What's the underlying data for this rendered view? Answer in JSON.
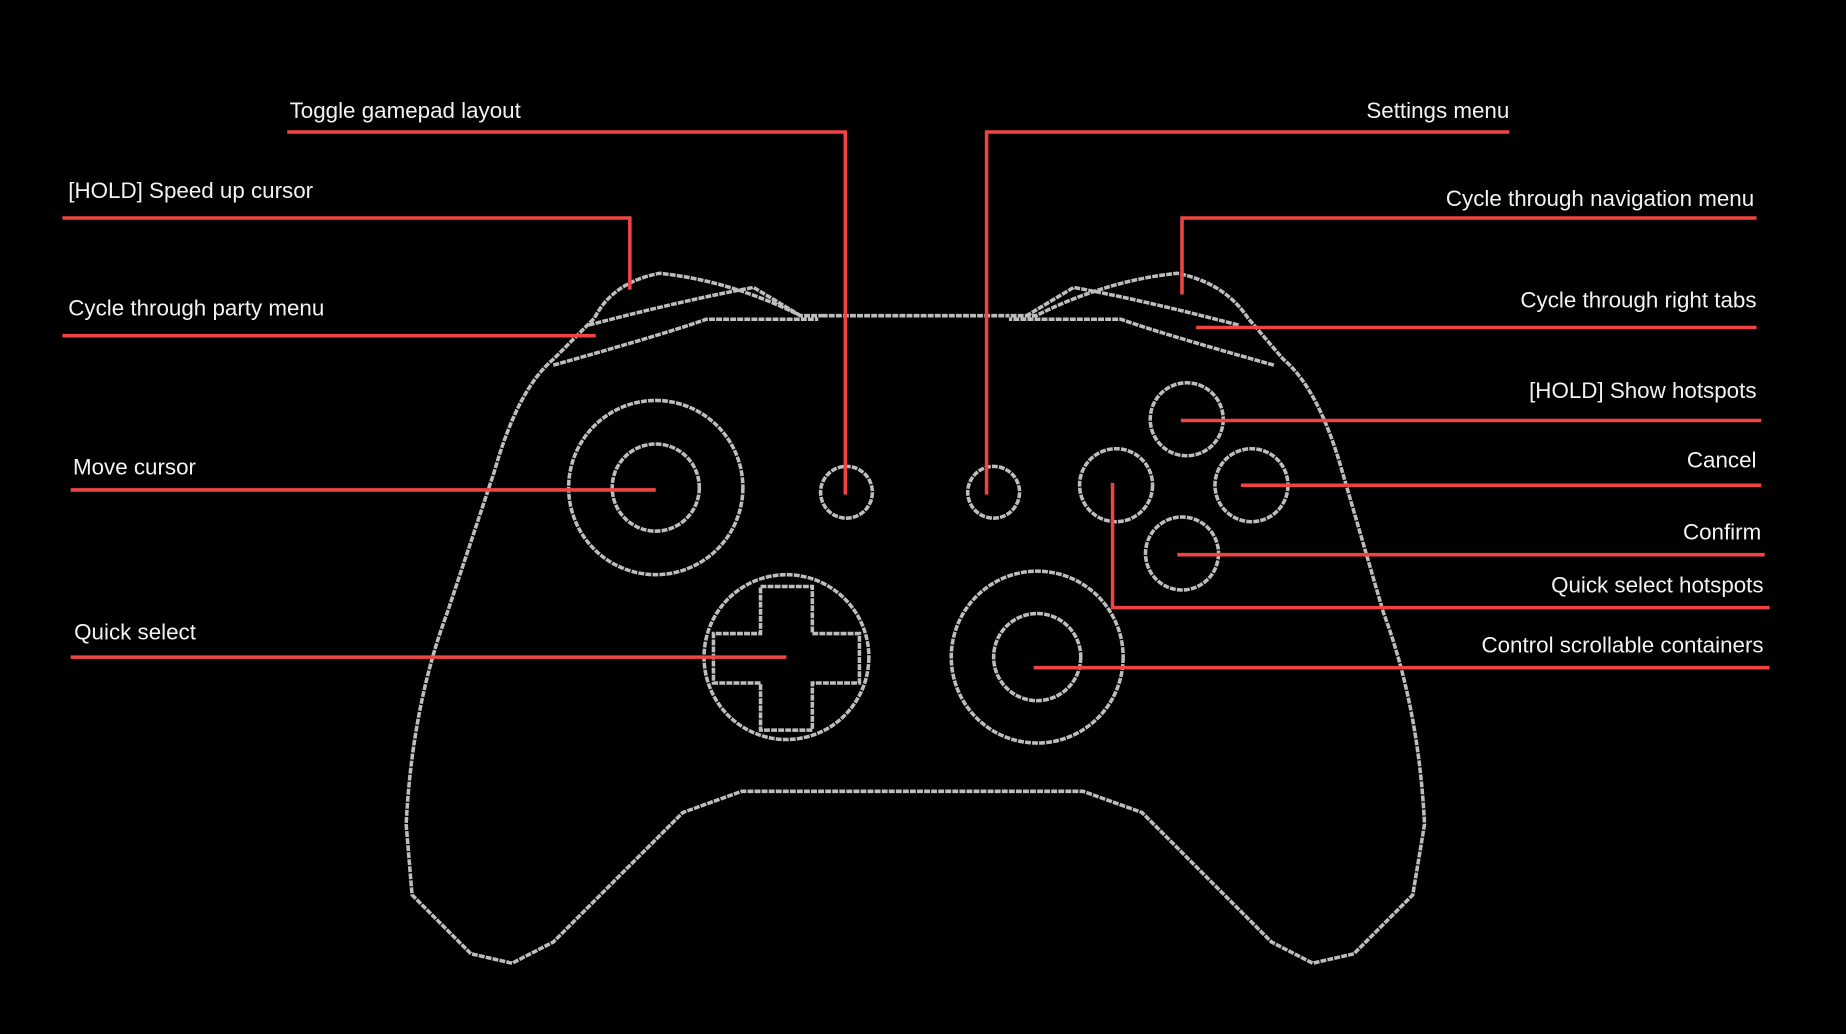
{
  "labels": {
    "toggle_layout": "Toggle gamepad layout",
    "settings_menu": "Settings menu",
    "speed_up_cursor": "[HOLD] Speed up cursor",
    "cycle_navigation": "Cycle through navigation menu",
    "cycle_party": "Cycle through party menu",
    "cycle_right_tabs": "Cycle through right tabs",
    "show_hotspots": "[HOLD] Show hotspots",
    "cancel": "Cancel",
    "move_cursor": "Move cursor",
    "confirm": "Confirm",
    "quick_select_hotspots": "Quick select hotspots",
    "quick_select": "Quick select",
    "control_scrollable": "Control scrollable containers"
  },
  "colors": {
    "background": "#000000",
    "leader": "#f04444",
    "controller": "#bdbdbd",
    "text": "#f2f2f2"
  }
}
